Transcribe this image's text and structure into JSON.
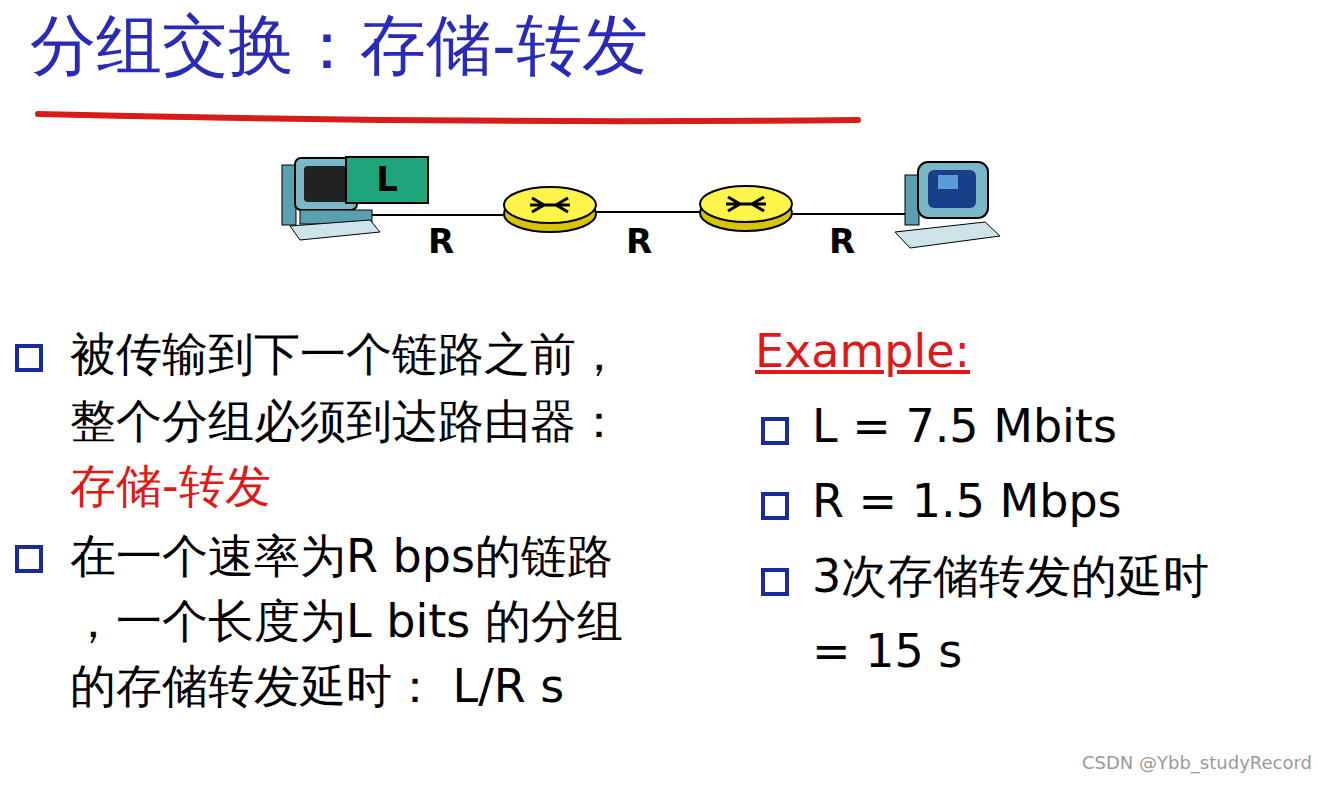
{
  "diagram": {
    "title": "分组交换：存储-转发",
    "nodes": [
      {
        "text": [
          "L"
        ]
      }
    ],
    "labels": [
      "R",
      "R",
      "R",
      "被传输到下一个链路之前，",
      "整个分组必须到达路由器：",
      "存储-转发",
      "在一个速率为R bps的链路",
      "，一个长度为L bits 的分组",
      "的存储转发延时： L/R s",
      "Example:",
      "L = 7.5 Mbits",
      "R = 1.5 Mbps",
      "3次存储转发的延时",
      "= 15 s",
      "CSDN @Ybb_studyRecord"
    ]
  }
}
